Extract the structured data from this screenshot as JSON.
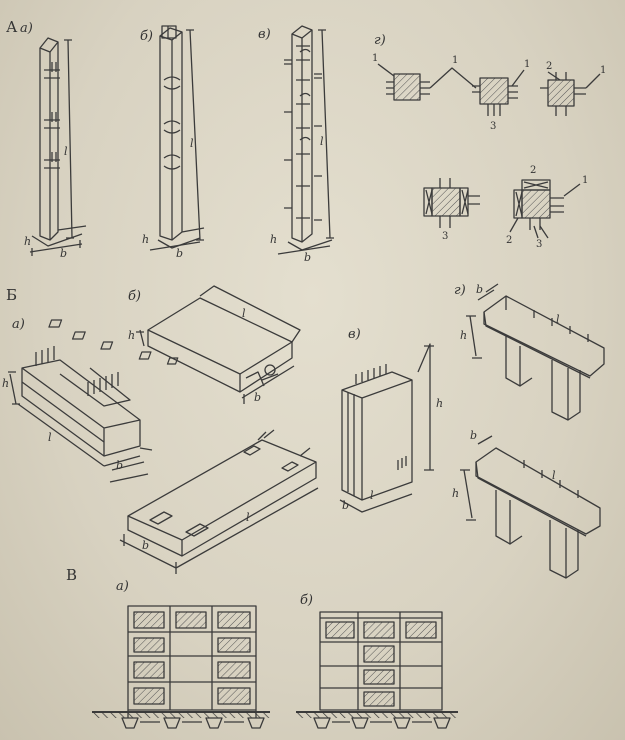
{
  "sections": {
    "a": "А",
    "b": "Б",
    "v": "В"
  },
  "sub_labels": {
    "a": "а)",
    "b": "б)",
    "v": "в)",
    "g": "г)"
  },
  "dimensions": {
    "l": "l",
    "b": "b",
    "h": "h"
  },
  "numbers": {
    "one": "1",
    "two": "2",
    "three": "3"
  }
}
